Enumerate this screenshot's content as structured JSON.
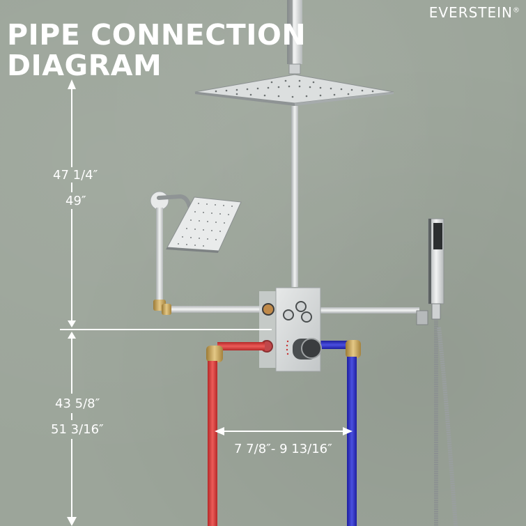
{
  "title": {
    "line1": "PIPE CONNECTION",
    "line2": "DIAGRAM"
  },
  "brand": {
    "name": "EVERSTEIN",
    "mark": "®"
  },
  "dimensions": {
    "upper_height": {
      "min": "47 1/4″",
      "max": "49″"
    },
    "lower_height": {
      "min": "43 5/8″",
      "max": "51 3/16″"
    },
    "inlet_spacing": "7 7/8″- 9 13/16″"
  },
  "components": [
    {
      "name": "ceiling-rain-shower-head",
      "shape": "square"
    },
    {
      "name": "wall-shower-head",
      "shape": "square"
    },
    {
      "name": "handheld-shower",
      "shape": "rectangular"
    },
    {
      "name": "thermostatic-valve-panel",
      "knobs": 3,
      "temperature-dial": 1
    },
    {
      "name": "hot-water-inlet",
      "color": "#d63a3a"
    },
    {
      "name": "cold-water-inlet",
      "color": "#2d2fc4"
    }
  ],
  "colors": {
    "background": "#9ca59a",
    "text": "#ffffff",
    "hot_pipe": "#d63a3a",
    "cold_pipe": "#2d2fc4",
    "brass": "#c9a55a",
    "chrome": "#d9dcdc"
  }
}
